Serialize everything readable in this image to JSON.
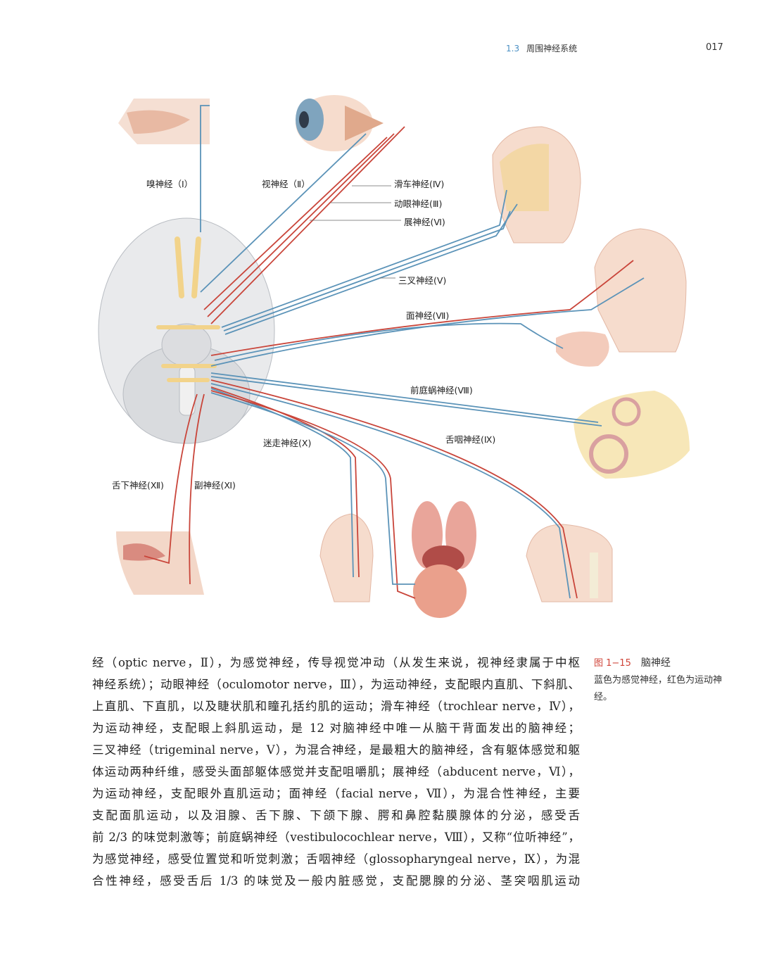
{
  "header": {
    "section_number": "1.3",
    "section_title": "周围神经系统",
    "page_number": "017"
  },
  "figure": {
    "labels": {
      "olfactory": "嗅神经（Ⅰ）",
      "optic": "视神经（Ⅱ）",
      "trochlear": "滑车神经(Ⅳ)",
      "oculomotor": "动眼神经(Ⅲ)",
      "abducent": "展神经(Ⅵ)",
      "trigeminal": "三叉神经(Ⅴ)",
      "facial": "面神经(Ⅶ)",
      "vestibulocochlear": "前庭蜗神经(Ⅷ)",
      "glossopharyngeal": "舌咽神经(Ⅸ)",
      "vagus": "迷走神经(Ⅹ)",
      "hypoglossal": "舌下神经(Ⅻ)",
      "accessory": "副神经(Ⅺ)"
    },
    "colors": {
      "sensory": "#5b93b8",
      "motor": "#c9453a",
      "nucleus": "#f2d38a",
      "skin": "#f3d7c8"
    },
    "caption": {
      "number": "图 1−15",
      "title": "脑神经",
      "description": "蓝色为感觉神经，红色为运动神经。"
    }
  },
  "body_lines": [
    "经（optic nerve，Ⅱ），为感觉神经，传导视觉冲动（从发生来说，视神经隶属于中枢",
    "神经系统）；动眼神经（oculomotor nerve，Ⅲ），为运动神经，支配眼内直肌、下斜肌、",
    "上直肌、下直肌，以及睫状肌和瞳孔括约肌的运动；滑车神经（trochlear nerve，Ⅳ），",
    "为运动神经，支配眼上斜肌运动，是 12 对脑神经中唯一从脑干背面发出的脑神经；",
    "三叉神经（trigeminal nerve，Ⅴ），为混合神经，是最粗大的脑神经，含有躯体感觉和躯",
    "体运动两种纤维，感受头面部躯体感觉并支配咀嚼肌；展神经（abducent nerve，Ⅵ），",
    "为运动神经，支配眼外直肌运动；面神经（facial nerve，Ⅶ），为混合性神经，主要",
    "支配面肌运动，以及泪腺、舌下腺、下颌下腺、腭和鼻腔黏膜腺体的分泌，感受舌",
    "前 2/3 的味觉刺激等；前庭蜗神经（vestibulocochlear nerve，Ⅷ），又称“位听神经”，",
    "为感觉神经，感受位置觉和听觉刺激；舌咽神经（glossopharyngeal nerve，Ⅸ），为混",
    "合性神经，感受舌后 1/3 的味觉及一般内脏感觉，支配腮腺的分泌、茎突咽肌运动"
  ]
}
